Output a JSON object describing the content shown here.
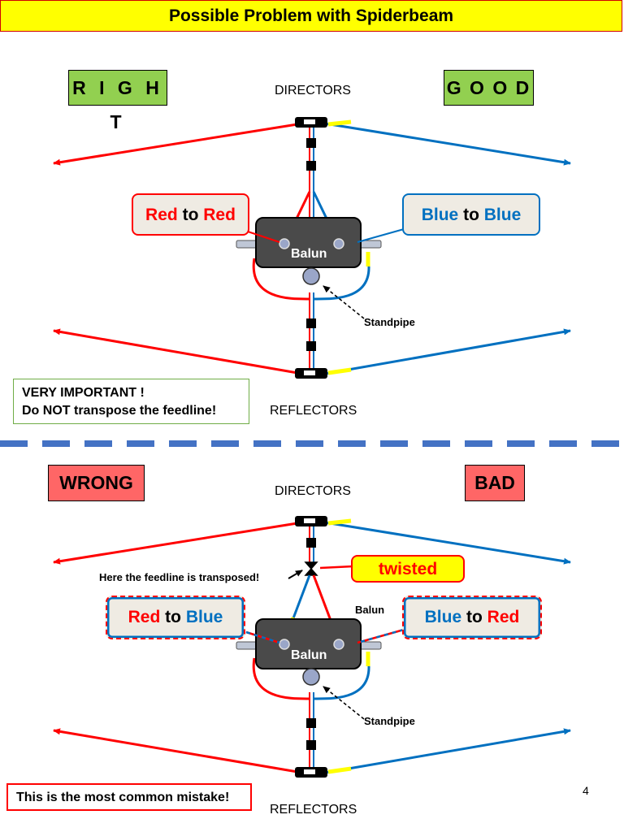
{
  "title": "Possible Problem with Spiderbeam",
  "top": {
    "right_tag": "R I G H T",
    "good_tag": "G O O D",
    "directors": "DIRECTORS",
    "reflectors": "REFLECTORS",
    "callout_left": {
      "a": "Red",
      "b": "to",
      "c": "Red"
    },
    "callout_right": {
      "a": "Blue",
      "b": "to",
      "c": "Blue"
    },
    "balun": "Balun",
    "standpipe": "Standpipe",
    "note_line1": "VERY  IMPORTANT !",
    "note_line2": "Do  NOT  transpose the feedline!"
  },
  "bottom": {
    "wrong_tag": "WRONG",
    "bad_tag": "BAD",
    "directors": "DIRECTORS",
    "reflectors": "REFLECTORS",
    "twisted": "twisted",
    "transposed_note": "Here the feedline is transposed!",
    "balun_top_label": "Balun",
    "callout_left": {
      "a": "Red",
      "b": "to",
      "c": "Blue"
    },
    "callout_right": {
      "a": "Blue",
      "b": "to",
      "c": "Red"
    },
    "balun": "Balun",
    "standpipe": "Standpipe",
    "common_mistake": "This is the most common mistake!"
  },
  "page_number": "4",
  "colors": {
    "red_wire": "#ff0000",
    "blue_wire": "#0070c0",
    "yellow_marker": "#ffff00",
    "good_green": "#92d050",
    "bad_red": "#ff6666",
    "divider": "#4472c4"
  },
  "icons": [
    "balun-box",
    "standpipe-icon",
    "arrow-icon",
    "insulator-icon"
  ]
}
